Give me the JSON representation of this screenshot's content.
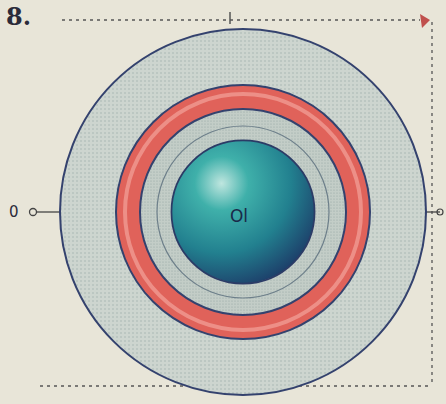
{
  "diagram": {
    "nodes": [
      {
        "text": [
          "Ol"
        ]
      }
    ],
    "labels": [
      "8.",
      "0"
    ]
  }
}
